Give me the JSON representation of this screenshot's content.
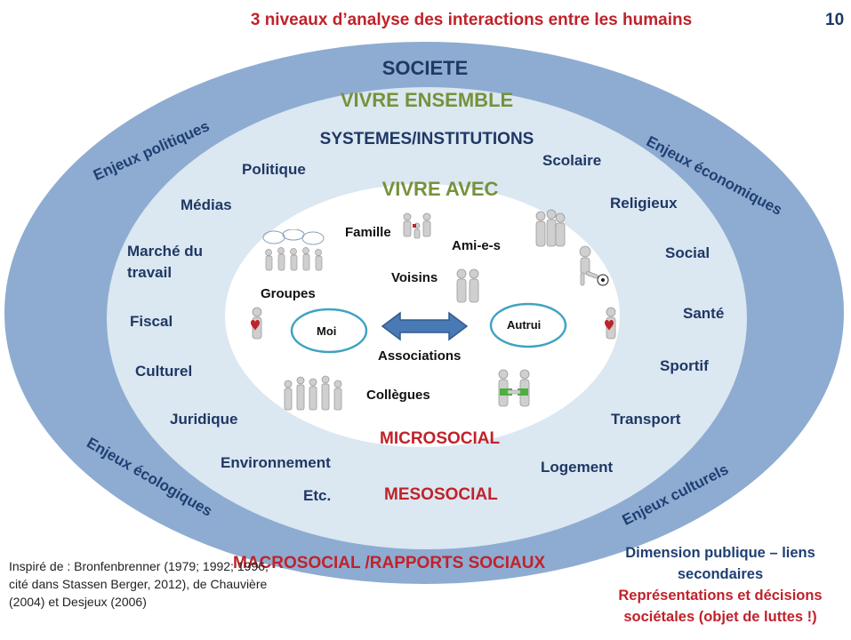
{
  "title": "3 niveaux d’analyse des interactions entre les humains",
  "slide_number": "10",
  "macro": {
    "heading": "SOCIETE",
    "subheading": "VIVRE ENSEMBLE",
    "level_label": "MACROSOCIAL /RAPPORTS SOCIAUX",
    "enjeux": {
      "top_left": "Enjeux politiques",
      "top_right": "Enjeux économiques",
      "bottom_left": "Enjeux écologiques",
      "bottom_right": "Enjeux culturels"
    }
  },
  "meso": {
    "heading": "SYSTEMES/INSTITUTIONS",
    "subheading": "VIVRE AVEC",
    "level_label": "MESOSOCIAL",
    "left_items": [
      "Politique",
      "Médias",
      "Marché du travail",
      "Fiscal",
      "Culturel",
      "Juridique",
      "Environnement",
      "Etc."
    ],
    "right_items": [
      "Scolaire",
      "Religieux",
      "Social",
      "Santé",
      "Sportif",
      "Transport",
      "Logement"
    ]
  },
  "micro": {
    "level_label": "MICROSOCIAL",
    "labels": {
      "famille": "Famille",
      "amis": "Ami-e-s",
      "voisins": "Voisins",
      "groupes": "Groupes",
      "moi": "Moi",
      "autrui": "Autrui",
      "associations": "Associations",
      "collegues": "Collègues"
    },
    "icons": [
      "family-figures-icon",
      "friends-group-icon",
      "soccer-player-icon",
      "neighbors-hug-icon",
      "chat-group-icon",
      "heart-figure-icon",
      "heart-figure-icon",
      "colleagues-group-icon",
      "handshake-icon",
      "double-arrow-icon"
    ]
  },
  "citation": "Inspiré de : Bronfenbrenner (1979; 1992; 1996, cité dans Stassen Berger, 2012), de Chauvière (2004) et Desjeux (2006)",
  "dimension": {
    "line1": "Dimension publique – liens secondaires",
    "line2": "Représentations et décisions sociétales (objet de luttes !)"
  },
  "colors": {
    "outer_ring": "#8eacd1",
    "middle": "#dbe7f1",
    "inner": "#ffffff",
    "heading_blue": "#1f3f73",
    "green": "#76923c",
    "red": "#c0222a",
    "circle_teal": "#3fa3c2",
    "arrow": "#4a7ab5"
  }
}
